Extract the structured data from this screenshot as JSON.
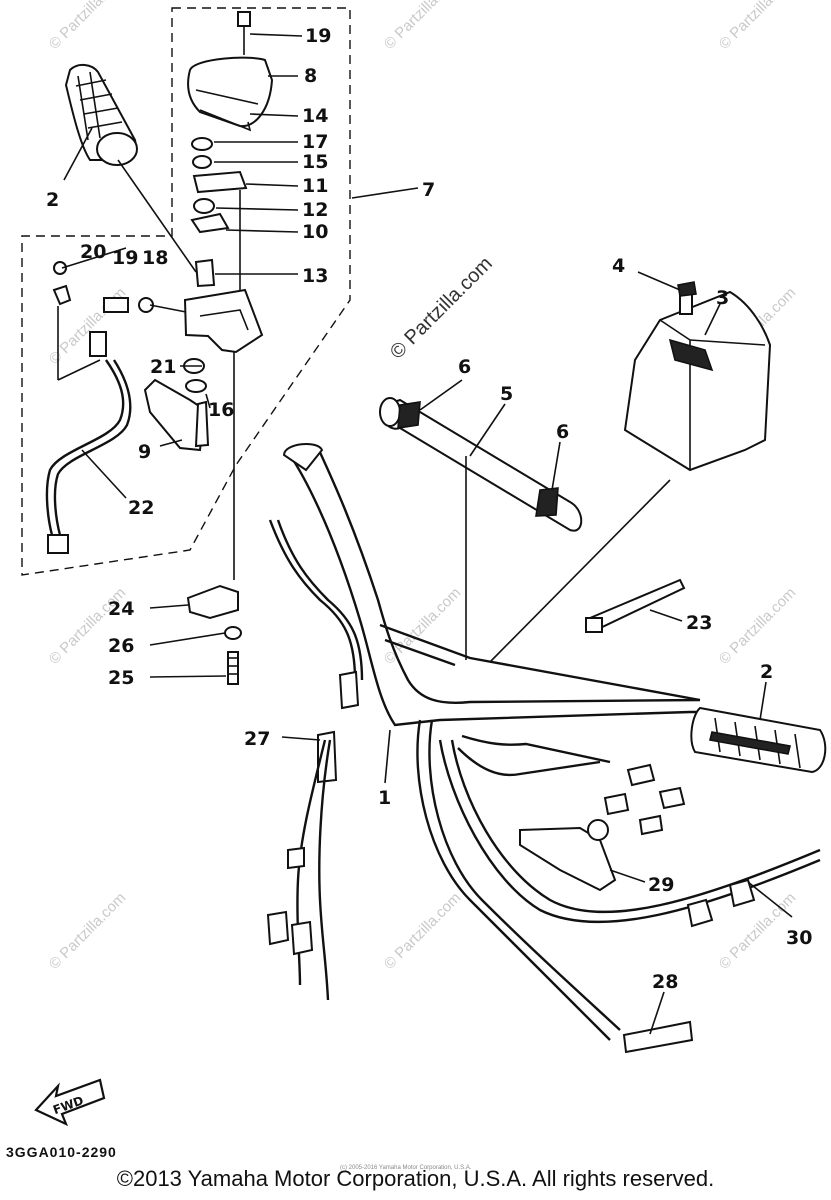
{
  "diagram": {
    "callouts": [
      {
        "id": "19",
        "label": "19"
      },
      {
        "id": "8",
        "label": "8"
      },
      {
        "id": "14",
        "label": "14"
      },
      {
        "id": "17",
        "label": "17"
      },
      {
        "id": "15",
        "label": "15"
      },
      {
        "id": "11",
        "label": "11"
      },
      {
        "id": "12",
        "label": "12"
      },
      {
        "id": "10",
        "label": "10"
      },
      {
        "id": "7",
        "label": "7"
      },
      {
        "id": "2a",
        "label": "2"
      },
      {
        "id": "20",
        "label": "20"
      },
      {
        "id": "19b",
        "label": "19"
      },
      {
        "id": "18",
        "label": "18"
      },
      {
        "id": "13",
        "label": "13"
      },
      {
        "id": "21",
        "label": "21"
      },
      {
        "id": "16",
        "label": "16"
      },
      {
        "id": "9",
        "label": "9"
      },
      {
        "id": "22",
        "label": "22"
      },
      {
        "id": "4",
        "label": "4"
      },
      {
        "id": "3",
        "label": "3"
      },
      {
        "id": "6a",
        "label": "6"
      },
      {
        "id": "5",
        "label": "5"
      },
      {
        "id": "6b",
        "label": "6"
      },
      {
        "id": "23",
        "label": "23"
      },
      {
        "id": "24",
        "label": "24"
      },
      {
        "id": "26",
        "label": "26"
      },
      {
        "id": "25",
        "label": "25"
      },
      {
        "id": "2b",
        "label": "2"
      },
      {
        "id": "27",
        "label": "27"
      },
      {
        "id": "1",
        "label": "1"
      },
      {
        "id": "29",
        "label": "29"
      },
      {
        "id": "30",
        "label": "30"
      },
      {
        "id": "28",
        "label": "28"
      }
    ],
    "fwd_label": "FWD",
    "watermark_text": "© Partzilla.com"
  },
  "footer": {
    "diagram_code": "3GGA010-2290",
    "tiny_credit": "(c) 2005-2016 Yamaha Motor Corporation, U.S.A.",
    "copyright": "©2013 Yamaha Motor Corporation, U.S.A. All rights reserved."
  }
}
